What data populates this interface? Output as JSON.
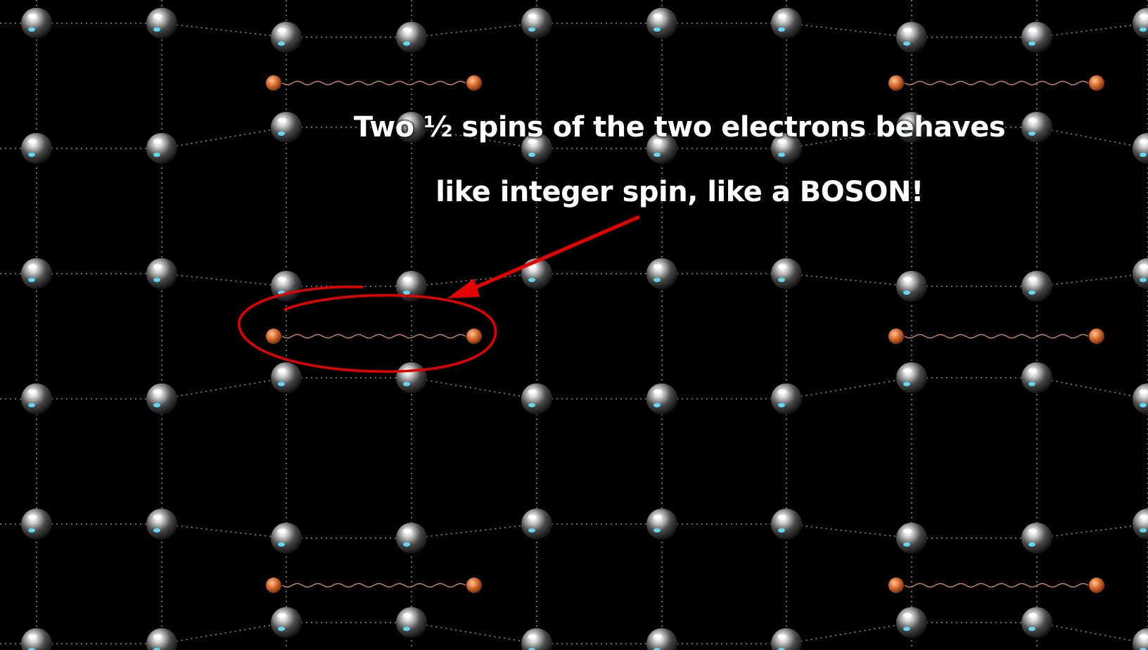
{
  "caption": {
    "line1": "Two ½ spins of the two electrons behaves",
    "line2": "like integer spin, like a BOSON!"
  },
  "colors": {
    "background": "#000000",
    "lattice_line": "#bdbdbd",
    "ion_highlight": "#5fe0ff",
    "electron": "#e07a3a",
    "cooper_wave": "#c98a6a",
    "annotation": "#e60000",
    "caption_text": "#ffffff"
  },
  "icons": {
    "ion": "metallic-sphere-icon",
    "electron": "orange-ball-icon",
    "pair_link": "wavy-line",
    "annotation_shape": "hand-drawn-ellipse",
    "pointer": "red-arrow-icon"
  },
  "lattice": {
    "columns": 10,
    "rows": 6,
    "cooper_pairs": 6,
    "highlighted_pair": "middle-left"
  }
}
